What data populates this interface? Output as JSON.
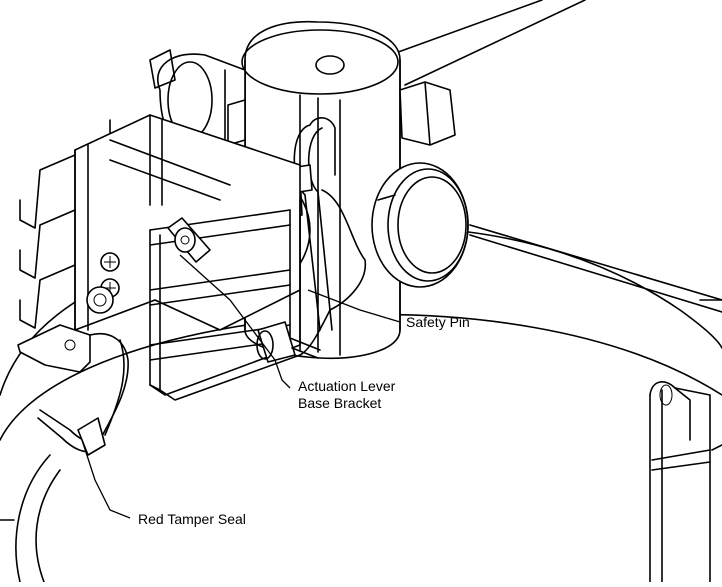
{
  "callouts": {
    "safety_pin": "Safety Pin",
    "actuation_lever": "Actuation Lever",
    "base_bracket": "Base Bracket",
    "red_tamper_seal": "Red Tamper Seal"
  },
  "colors": {
    "line": "#000000",
    "background": "#ffffff"
  }
}
